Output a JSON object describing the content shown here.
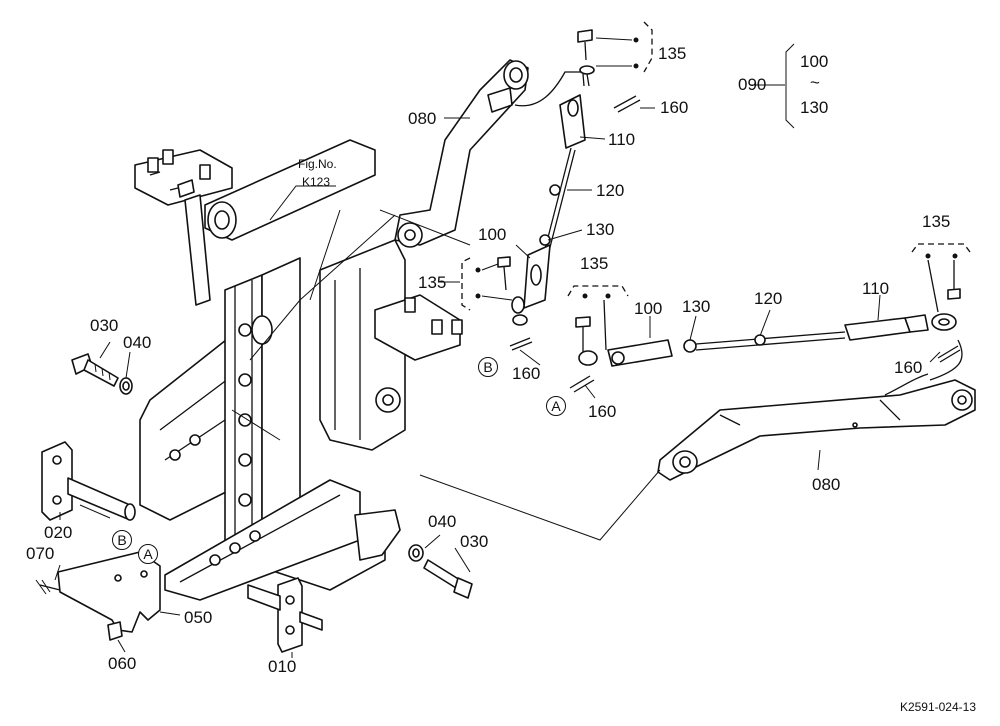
{
  "figure_reference": {
    "line1": "Fig.No.",
    "line2": "K123"
  },
  "drawing_code": "K2591-024-13",
  "callouts": {
    "p010": "010",
    "p020": "020",
    "p030_left": "030",
    "p030_right": "030",
    "p040_left": "040",
    "p040_right": "040",
    "p050": "050",
    "p060": "060",
    "p070": "070",
    "p080_top": "080",
    "p080_bottom": "080",
    "p090": "090",
    "p100_top": "100",
    "p100_right": "100",
    "p100_range_start": "100",
    "p100_range_tilde": "~",
    "p100_range_end": "130",
    "p110_top": "110",
    "p110_right": "110",
    "p120_top": "120",
    "p120_right": "120",
    "p130_top": "130",
    "p130_right": "130",
    "p135_top": "135",
    "p135_left": "135",
    "p135_mid": "135",
    "p135_right": "135",
    "p160_top": "160",
    "p160_left": "160",
    "p160_mid": "160",
    "p160_right": "160"
  },
  "reference_marks": {
    "A_mid": "A",
    "A_left": "A",
    "B_mid": "B",
    "B_left": "B"
  }
}
